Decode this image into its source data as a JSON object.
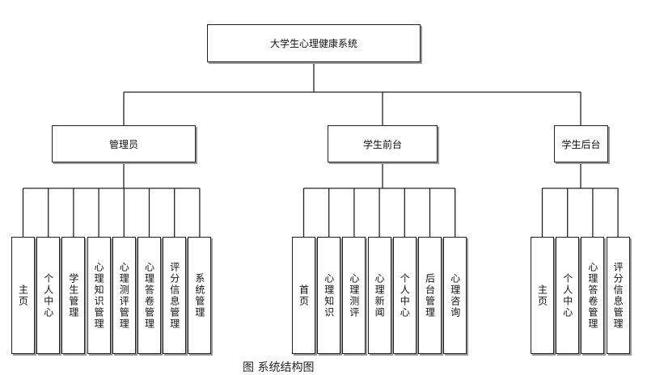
{
  "root": {
    "label": "大学生心理健康系统"
  },
  "branches": [
    {
      "label": "管理员",
      "children": [
        "主页",
        "个人中心",
        "学生管理",
        "心理知识管理",
        "心理测评管理",
        "心理答卷管理",
        "评分信息管理",
        "系统管理"
      ]
    },
    {
      "label": "学生前台",
      "children": [
        "首页",
        "心理知识",
        "心理测评",
        "心理新闻",
        "个人中心",
        "后台管理",
        "心理咨询"
      ]
    },
    {
      "label": "学生后台",
      "children": [
        "主页",
        "个人中心",
        "心理答卷管理",
        "评分信息管理"
      ]
    }
  ],
  "caption": "图 系统结构图"
}
